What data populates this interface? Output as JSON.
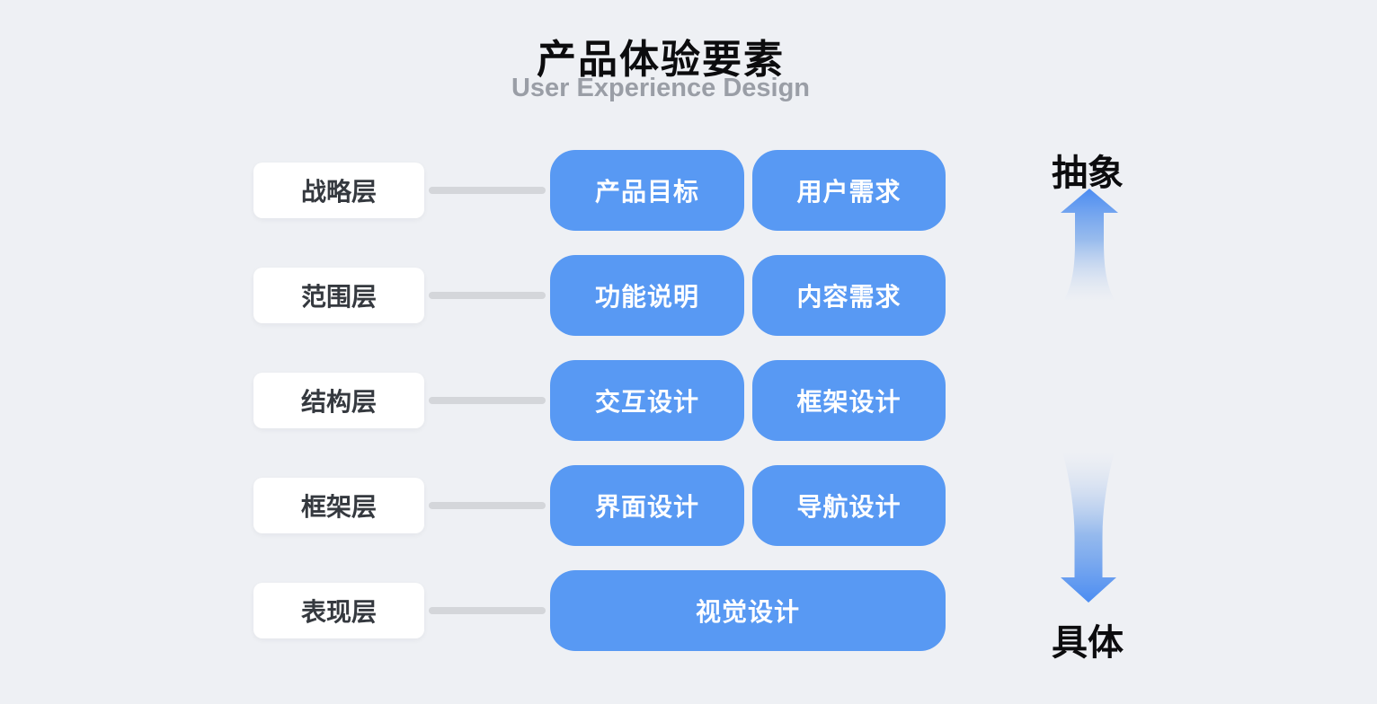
{
  "title": "产品体验要素",
  "subtitle": "User Experience Design",
  "rows": [
    {
      "layer": "战略层",
      "items": [
        "产品目标",
        "用户需求"
      ]
    },
    {
      "layer": "范围层",
      "items": [
        "功能说明",
        "内容需求"
      ]
    },
    {
      "layer": "结构层",
      "items": [
        "交互设计",
        "框架设计"
      ]
    },
    {
      "layer": "框架层",
      "items": [
        "界面设计",
        "导航设计"
      ]
    },
    {
      "layer": "表现层",
      "items": [
        "视觉设计"
      ]
    }
  ],
  "axis": {
    "top_label": "抽象",
    "bottom_label": "具体",
    "up_icon": "up-arrow-icon",
    "down_icon": "down-arrow-icon"
  },
  "colors": {
    "background": "#eef0f4",
    "item_blue": "#5899f3",
    "item_text": "#ffffff",
    "arrow_blue": "#4b8cf2",
    "connector_gray": "#d4d6da",
    "layer_text": "#35393f",
    "title_black": "#0c0c0e",
    "subtitle_gray": "#9a9ea6"
  }
}
